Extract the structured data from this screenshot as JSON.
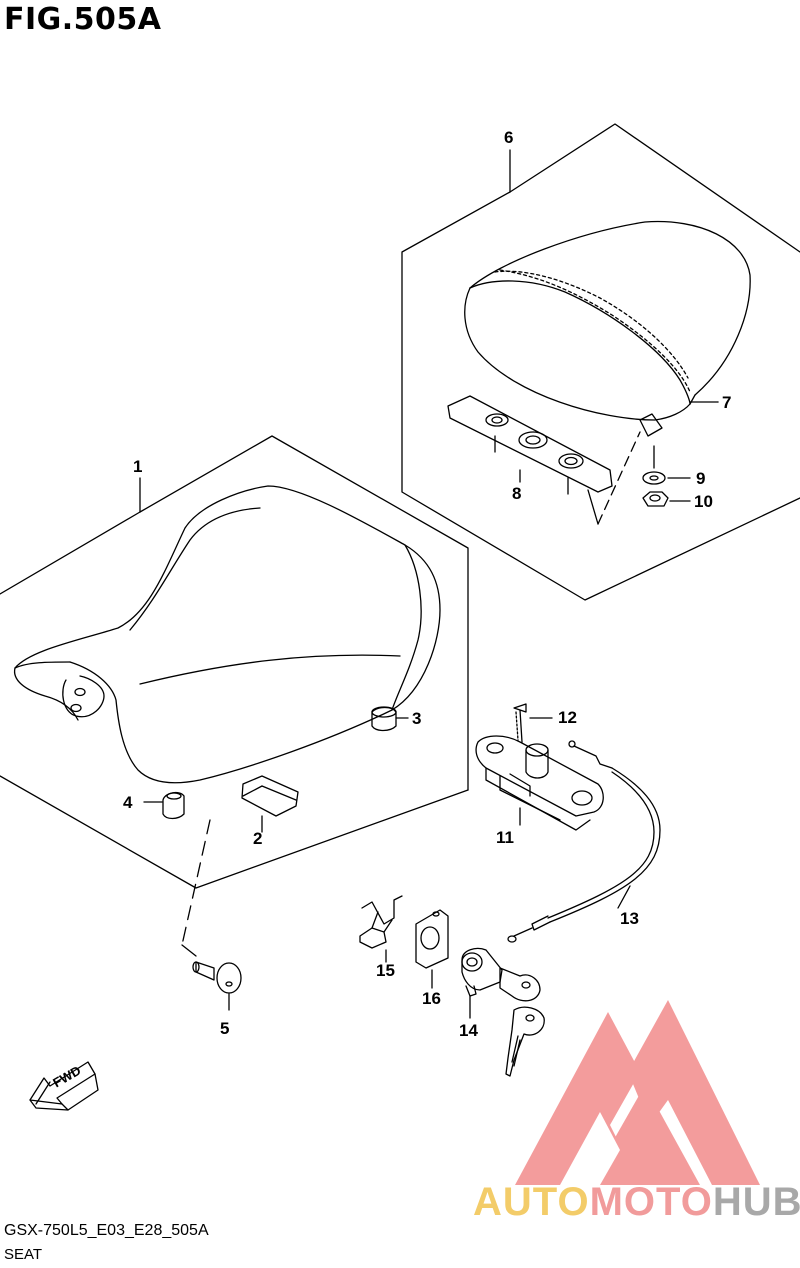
{
  "figure": {
    "title": "FIG.505A",
    "model_code": "GSX-750L5_E03_E28_505A",
    "section_name": "SEAT"
  },
  "callouts": [
    "1",
    "2",
    "3",
    "4",
    "5",
    "6",
    "7",
    "8",
    "9",
    "10",
    "11",
    "12",
    "13",
    "14",
    "15",
    "16"
  ],
  "fwd_label": "FWD",
  "watermark": {
    "part1": "AUTO",
    "part2": "MOTO",
    "part3": "HUB",
    "colors": {
      "auto": "#f2c44f",
      "moto": "#ef8a8a",
      "hub": "#9a9a9a",
      "logo": "#f07c7c"
    }
  }
}
